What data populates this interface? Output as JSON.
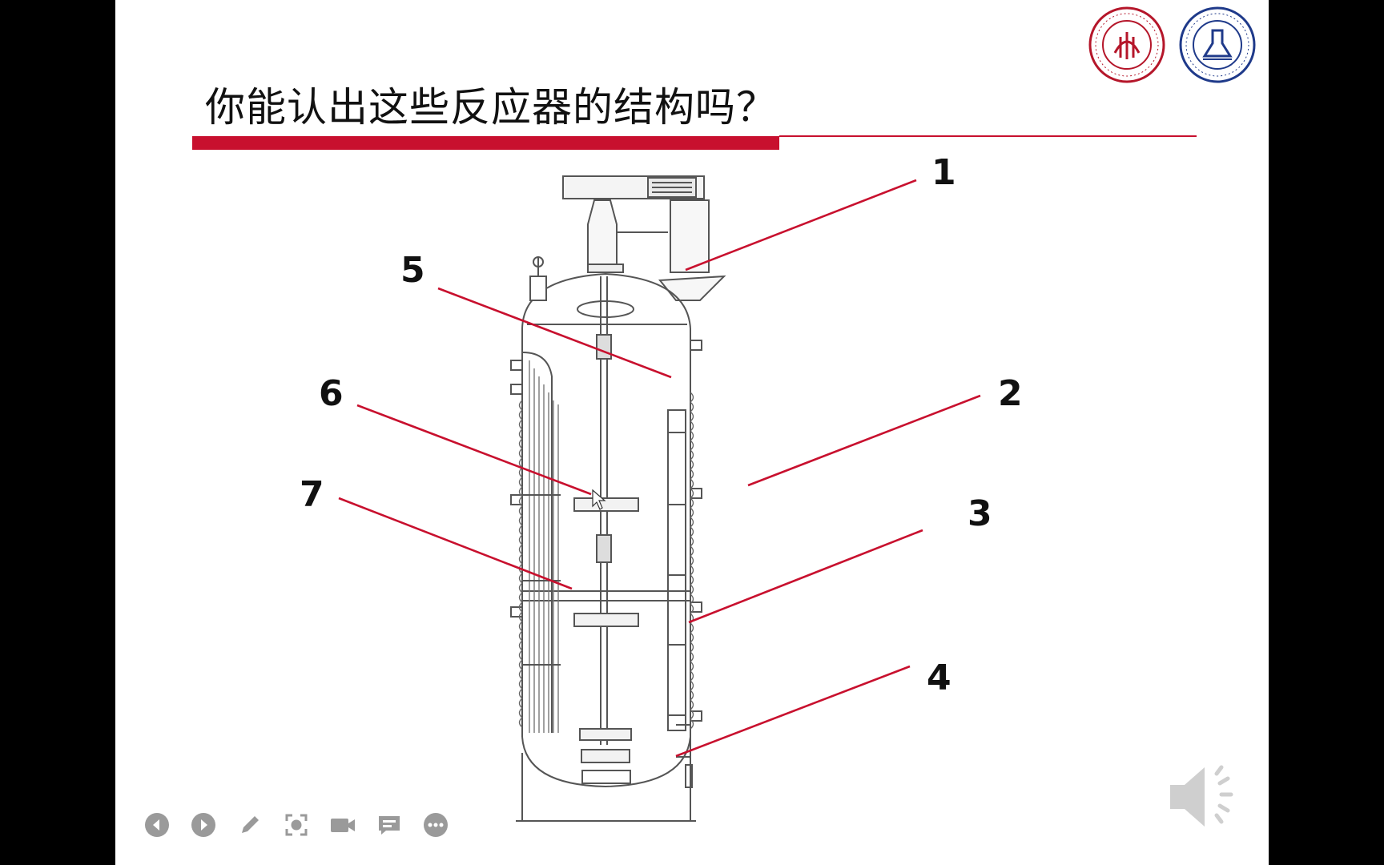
{
  "slide": {
    "title": "你能认出这些反应器的结构吗？",
    "accent_color": "#c8102e",
    "logos": [
      {
        "name": "donghua-university-seal",
        "text": "东华大学 DONGHUA UNIVERSITY 1951"
      },
      {
        "name": "chemistry-college-seal",
        "text": "化学化工与生物工程学院 DONGHUA UNIVERSITY 1951"
      }
    ]
  },
  "diagram": {
    "labels": [
      "1",
      "2",
      "3",
      "4",
      "5",
      "6",
      "7"
    ]
  },
  "toolbar": {
    "icons": [
      "previous-icon",
      "next-icon",
      "pen-icon",
      "screenshot-icon",
      "camera-icon",
      "subtitle-icon",
      "more-icon"
    ]
  },
  "audio": {
    "icon": "speaker-icon"
  }
}
